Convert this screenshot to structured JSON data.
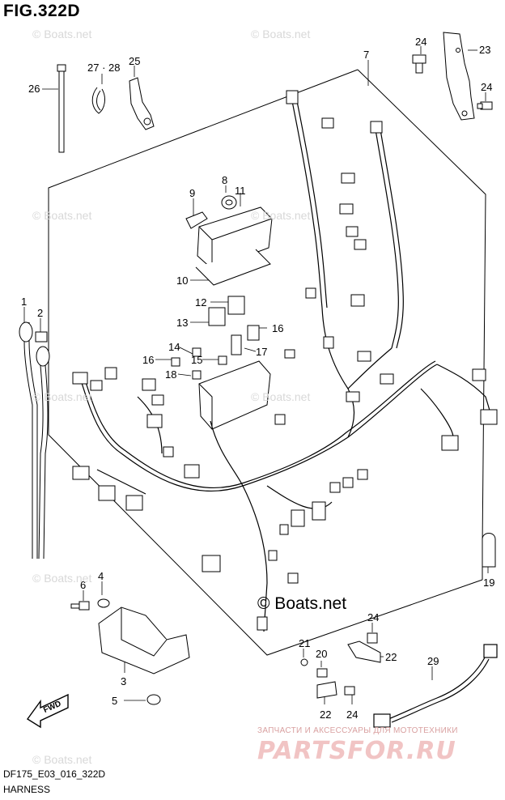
{
  "figure_title": "FIG.322D",
  "diagram_code": "DF175_E03_016_322D",
  "diagram_title": "HARNESS",
  "watermark": "© Boats.net",
  "watermark_big": "© Boats.net",
  "shop_tagline": "ЗАПЧАСТИ И АКСЕССУАРЫ ДЛЯ МОТОТЕХНИКИ",
  "shop_logo": "PARTSFOR.RU",
  "fwd_label": "FWD",
  "callouts": {
    "c1": "1",
    "c2": "2",
    "c3": "3",
    "c4": "4",
    "c5": "5",
    "c6": "6",
    "c7": "7",
    "c8": "8",
    "c9": "9",
    "c10": "10",
    "c11": "11",
    "c12": "12",
    "c13": "13",
    "c14": "14",
    "c15": "15",
    "c16a": "16",
    "c16b": "16",
    "c17": "17",
    "c18": "18",
    "c19": "19",
    "c20": "20",
    "c21": "21",
    "c22a": "22",
    "c22b": "22",
    "c23": "23",
    "c24a": "24",
    "c24b": "24",
    "c24c": "24",
    "c24d": "24",
    "c25": "25",
    "c26": "26",
    "c27_28": "27 · 28",
    "c29": "29"
  },
  "colors": {
    "line": "#000000",
    "watermark": "#d8d8d8",
    "shop": "#f1c4c4"
  }
}
